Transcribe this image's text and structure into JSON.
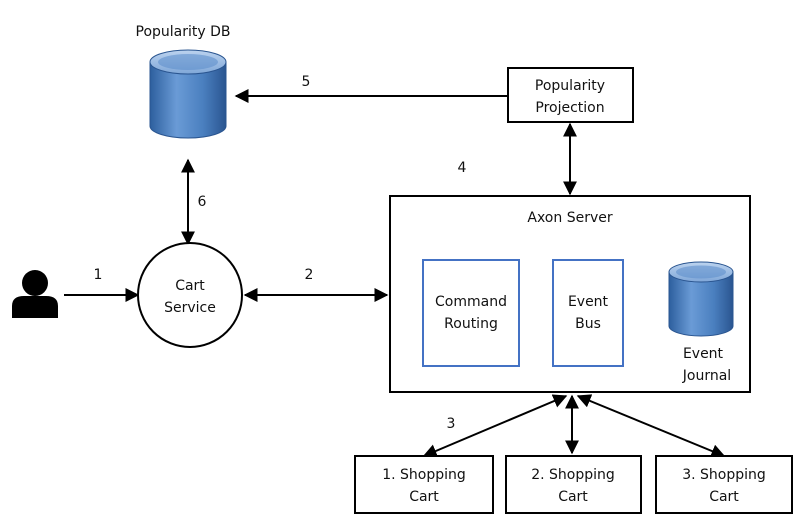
{
  "nodes": {
    "popularity_db": "Popularity DB",
    "popularity_projection": [
      "Popularity",
      "Projection"
    ],
    "axon_server": "Axon Server",
    "command_routing": [
      "Command",
      "Routing"
    ],
    "event_bus": [
      "Event",
      "Bus"
    ],
    "event_journal": [
      "Event",
      "Journal"
    ],
    "cart_service": [
      "Cart",
      "Service"
    ],
    "shopping_cart_1": [
      "1. Shopping",
      "Cart"
    ],
    "shopping_cart_2": [
      "2. Shopping",
      "Cart"
    ],
    "shopping_cart_3": [
      "3. Shopping",
      "Cart"
    ]
  },
  "edges": {
    "e1": "1",
    "e2": "2",
    "e3": "3",
    "e4": "4",
    "e5": "5",
    "e6": "6"
  },
  "icons": {
    "user": "user-icon",
    "database": "database-icon"
  },
  "colors": {
    "db_blue": "#4a7fbf",
    "db_top": "#8fb4e0",
    "inner_box_border": "#4472c4",
    "stroke": "#000000"
  }
}
